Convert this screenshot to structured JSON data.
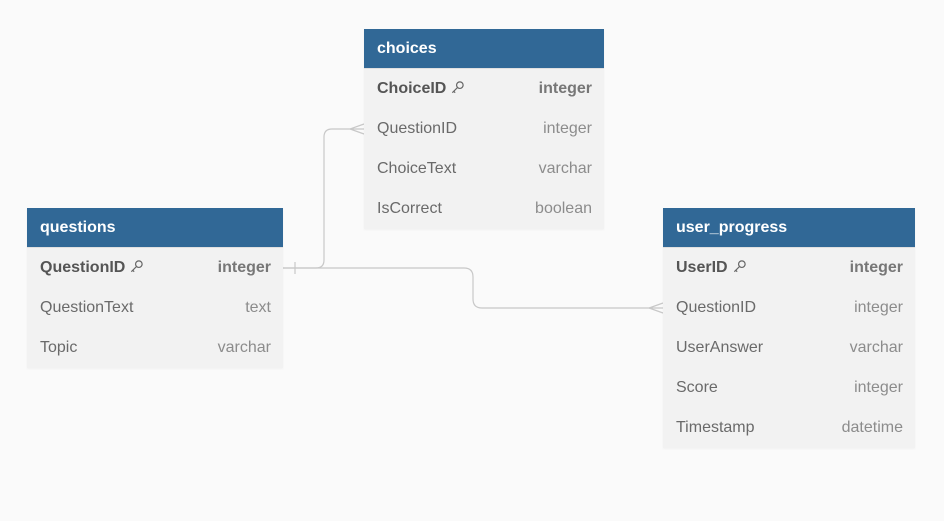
{
  "tables": {
    "choices": {
      "name": "choices",
      "fields": [
        {
          "name": "ChoiceID",
          "type": "integer",
          "pk": true
        },
        {
          "name": "QuestionID",
          "type": "integer",
          "pk": false
        },
        {
          "name": "ChoiceText",
          "type": "varchar",
          "pk": false
        },
        {
          "name": "IsCorrect",
          "type": "boolean",
          "pk": false
        }
      ]
    },
    "questions": {
      "name": "questions",
      "fields": [
        {
          "name": "QuestionID",
          "type": "integer",
          "pk": true
        },
        {
          "name": "QuestionText",
          "type": "text",
          "pk": false
        },
        {
          "name": "Topic",
          "type": "varchar",
          "pk": false
        }
      ]
    },
    "user_progress": {
      "name": "user_progress",
      "fields": [
        {
          "name": "UserID",
          "type": "integer",
          "pk": true
        },
        {
          "name": "QuestionID",
          "type": "integer",
          "pk": false
        },
        {
          "name": "UserAnswer",
          "type": "varchar",
          "pk": false
        },
        {
          "name": "Score",
          "type": "integer",
          "pk": false
        },
        {
          "name": "Timestamp",
          "type": "datetime",
          "pk": false
        }
      ]
    }
  },
  "colors": {
    "header": "#316896",
    "table_bg": "#f2f2f2",
    "connector": "#c8c8c8"
  },
  "icons": {
    "primary_key": "key-icon"
  }
}
